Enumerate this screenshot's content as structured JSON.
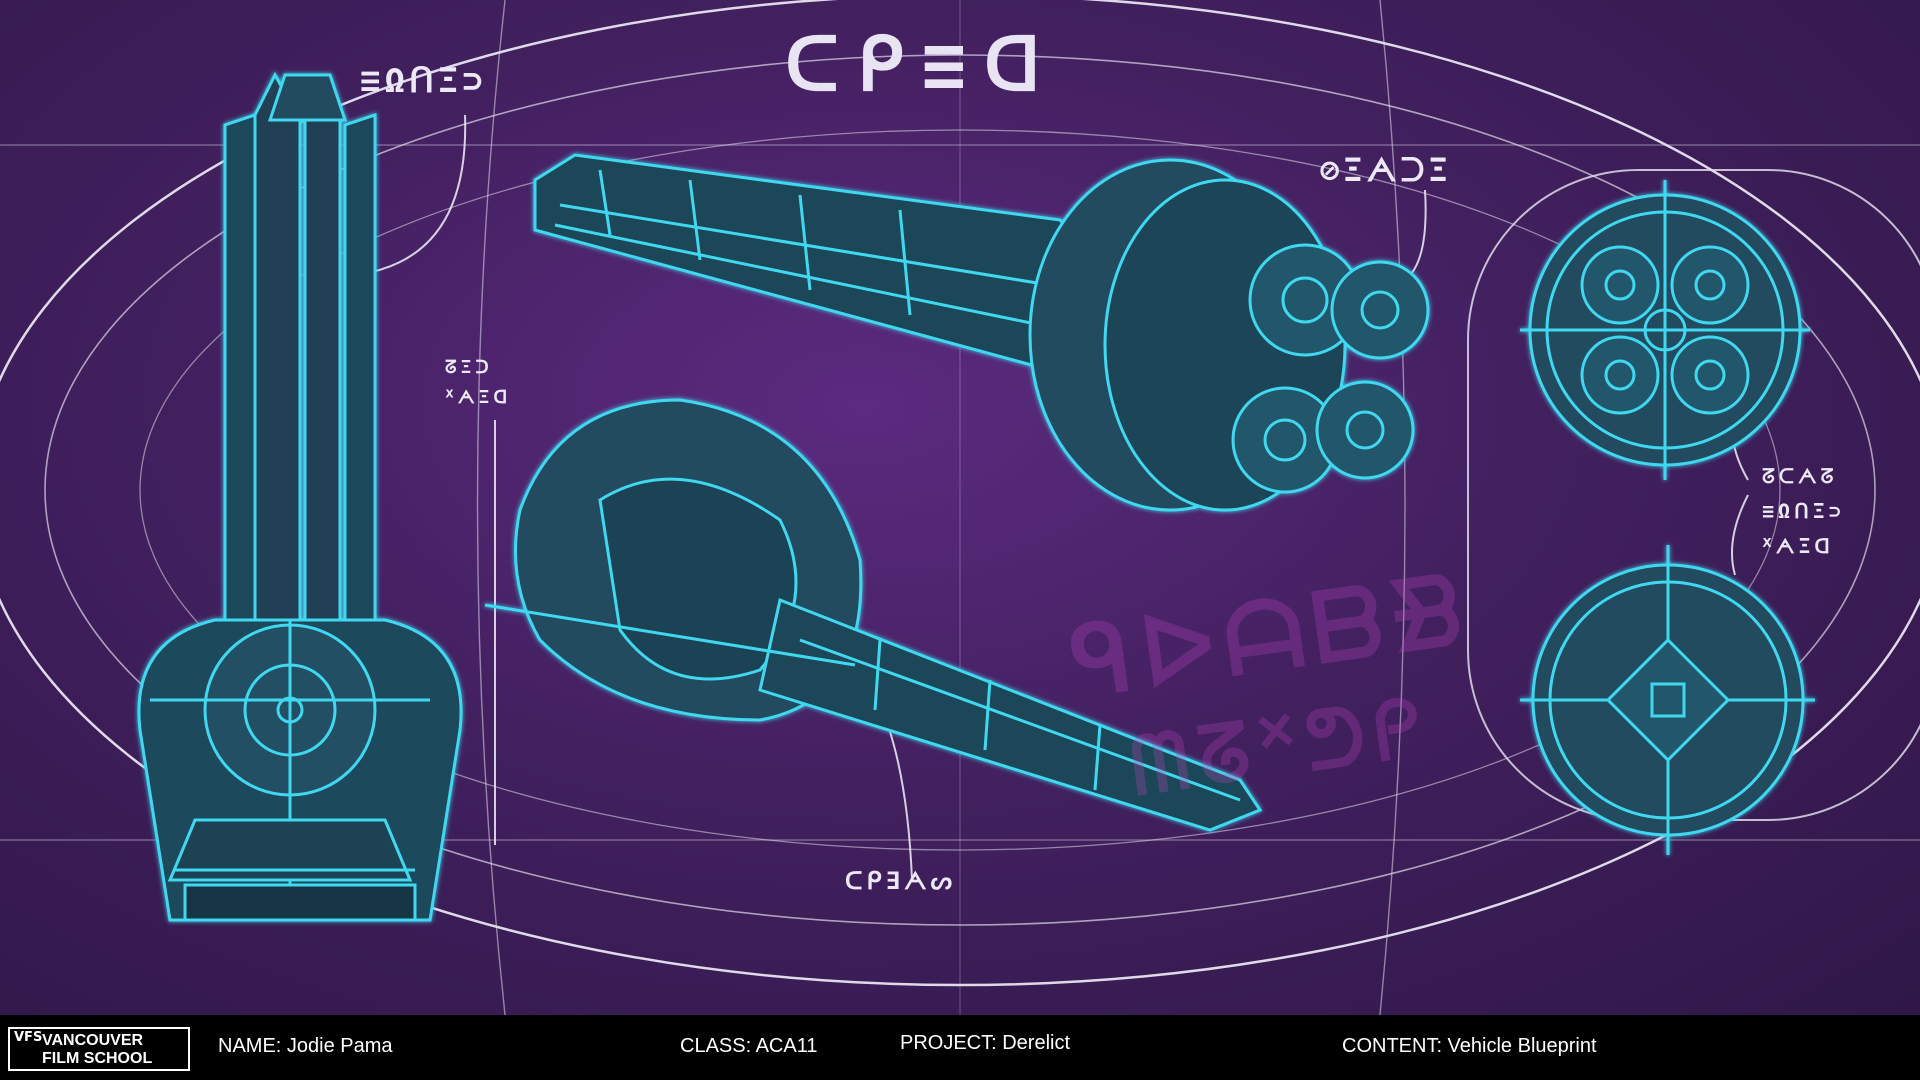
{
  "drawing": {
    "title_glyphs": "ᑕᑭ≡ᗡ",
    "labels": {
      "top_left": "≡ΩᑎΞ⊃",
      "top_right": "⊘ΞᗅᑐΞ",
      "mid_left_line1": "ᘔΞᑐ",
      "mid_left_line2": "ᕽᗅΞᗡ",
      "bottom_center": "ᑕᑭ∃ᗅᔕ",
      "right_line1": "ᘔᑕᗅᘔ",
      "right_line2": "≡ΩᑎΞ⊃",
      "right_line3": "ᕽᗅΞᗡ"
    },
    "watermark_line1": "ᑫᐅᗩᗷᗽ",
    "watermark_line2": "ᗰᘔᕽᕤᑭ",
    "colors": {
      "background": "#42205f",
      "line": "#3fd8f0",
      "fill": "#1f4a5c",
      "guide": "#f2eefa"
    }
  },
  "footer": {
    "logo_line1": "VANCOUVER",
    "logo_line2": "FILM SCHOOL",
    "logo_mark": "VFS",
    "name": "NAME: Jodie Pama",
    "class": "CLASS: ACA11",
    "project": "PROJECT: Derelict",
    "content": "CONTENT: Vehicle Blueprint"
  }
}
